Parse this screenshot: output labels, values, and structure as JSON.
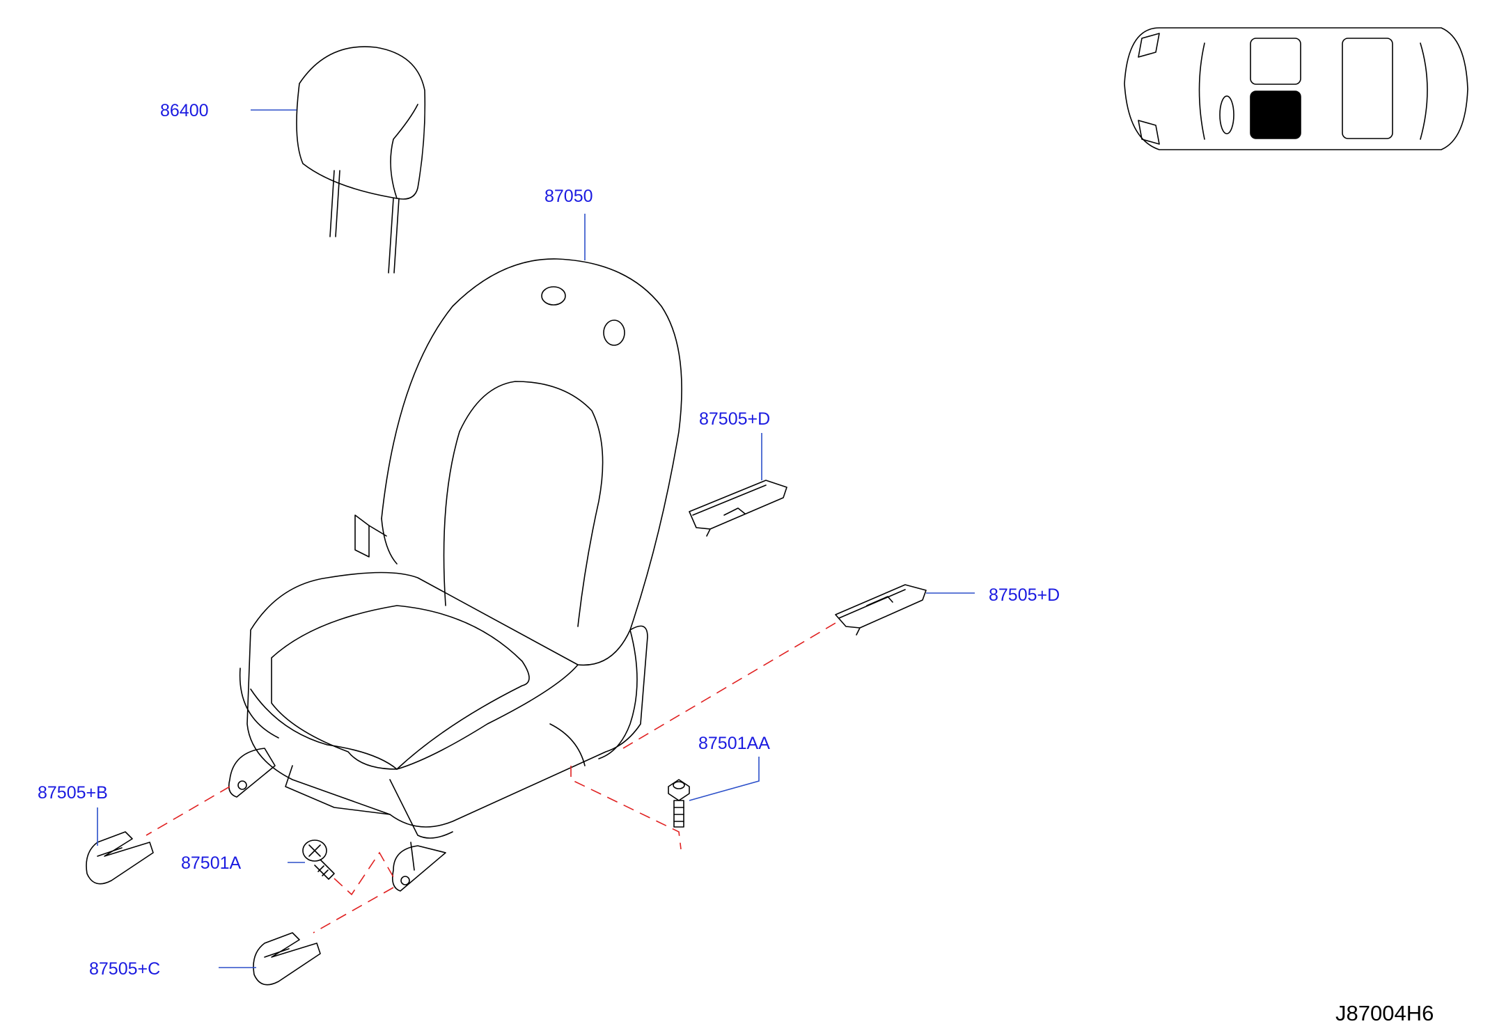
{
  "labels": {
    "headrest": "86400",
    "seat_assembly": "87050",
    "cover_upper_right": "87505+D",
    "cover_lower_right": "87505+D",
    "bolt_right": "87501AA",
    "cover_front_left": "87505+B",
    "bolt_left": "87501A",
    "cover_front_center": "87505+C"
  },
  "diagram_code": "J87004H6",
  "locator": {
    "highlighted_seat": "front passenger",
    "highlight_color": "#000000"
  },
  "colors": {
    "label": "#1a1ae0",
    "leader": "#2b4fc9",
    "dashed_guide": "#e02020",
    "line_art": "#000000"
  }
}
